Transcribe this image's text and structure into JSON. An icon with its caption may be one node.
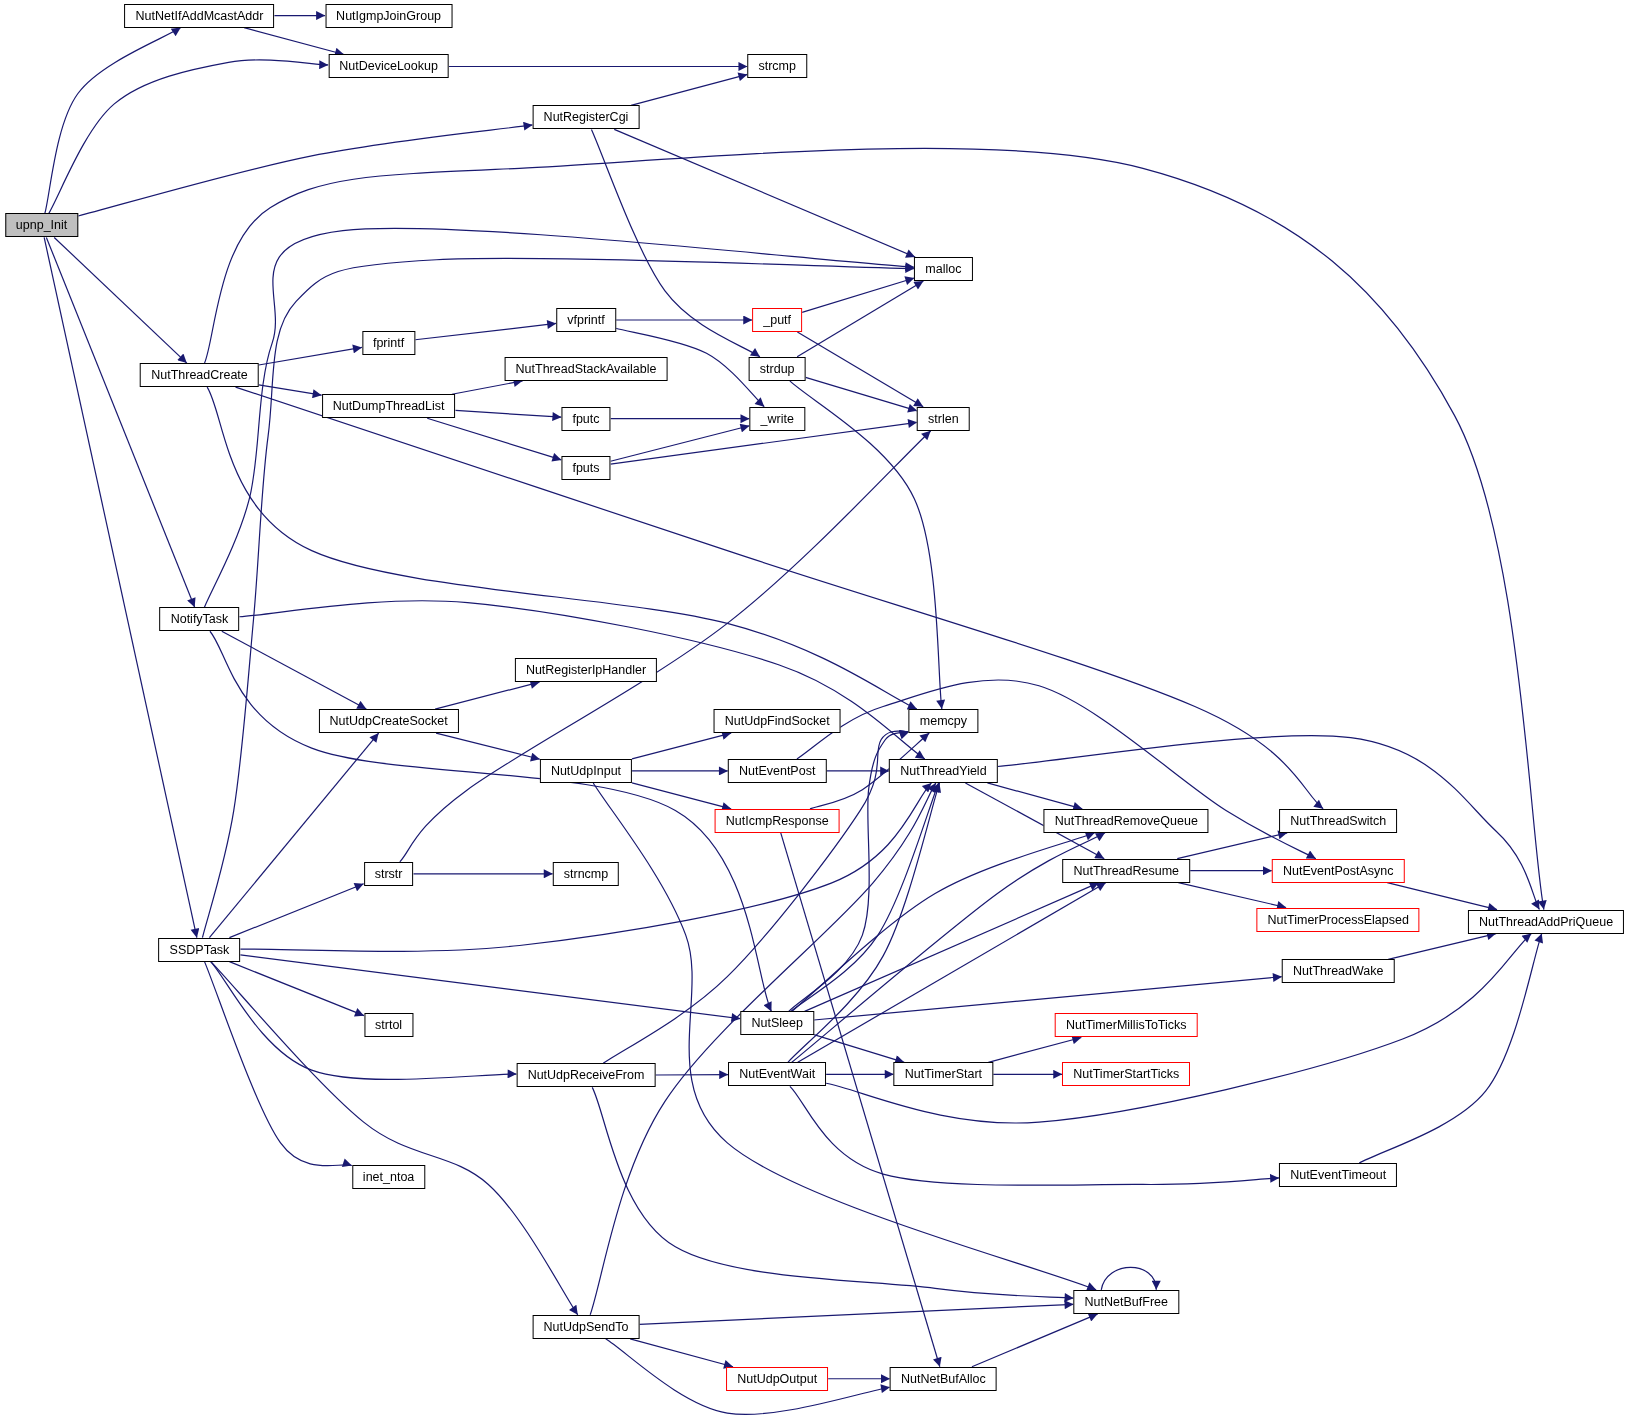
{
  "diagram": {
    "nodes": [
      {
        "text": [
          "upnp_Init"
        ]
      },
      {
        "text": [
          "NutNetIfAddMcastAddr"
        ]
      },
      {
        "text": [
          "NutIgmpJoinGroup"
        ]
      },
      {
        "text": [
          "NutDeviceLookup"
        ]
      },
      {
        "text": [
          "strcmp"
        ]
      },
      {
        "text": [
          "NutRegisterCgi"
        ]
      },
      {
        "text": [
          "malloc"
        ]
      },
      {
        "text": [
          "NutThreadCreate"
        ]
      },
      {
        "text": [
          "fprintf"
        ]
      },
      {
        "text": [
          "vfprintf"
        ]
      },
      {
        "text": [
          "_putf"
        ]
      },
      {
        "text": [
          "strdup"
        ]
      },
      {
        "text": [
          "NutThreadStackAvailable"
        ]
      },
      {
        "text": [
          "NutDumpThreadList"
        ]
      },
      {
        "text": [
          "fputc"
        ]
      },
      {
        "text": [
          "_write"
        ]
      },
      {
        "text": [
          "strlen"
        ]
      },
      {
        "text": [
          "fputs"
        ]
      },
      {
        "text": [
          "NotifyTask"
        ]
      },
      {
        "text": [
          "NutRegisterIpHandler"
        ]
      },
      {
        "text": [
          "NutUdpCreateSocket"
        ]
      },
      {
        "text": [
          "memcpy"
        ]
      },
      {
        "text": [
          "NutUdpFindSocket"
        ]
      },
      {
        "text": [
          "NutUdpInput"
        ]
      },
      {
        "text": [
          "NutEventPost"
        ]
      },
      {
        "text": [
          "NutThreadYield"
        ]
      },
      {
        "text": [
          "NutIcmpResponse"
        ]
      },
      {
        "text": [
          "NutThreadRemoveQueue"
        ]
      },
      {
        "text": [
          "NutThreadSwitch"
        ]
      },
      {
        "text": [
          "strstr"
        ]
      },
      {
        "text": [
          "strncmp"
        ]
      },
      {
        "text": [
          "NutThreadResume"
        ]
      },
      {
        "text": [
          "NutEventPostAsync"
        ]
      },
      {
        "text": [
          "NutTimerProcessElapsed"
        ]
      },
      {
        "text": [
          "NutThreadAddPriQueue"
        ]
      },
      {
        "text": [
          "SSDPTask"
        ]
      },
      {
        "text": [
          "NutThreadWake"
        ]
      },
      {
        "text": [
          "strtol"
        ]
      },
      {
        "text": [
          "NutSleep"
        ]
      },
      {
        "text": [
          "NutTimerMillisToTicks"
        ]
      },
      {
        "text": [
          "NutUdpReceiveFrom"
        ]
      },
      {
        "text": [
          "NutEventWait"
        ]
      },
      {
        "text": [
          "NutTimerStart"
        ]
      },
      {
        "text": [
          "NutTimerStartTicks"
        ]
      },
      {
        "text": [
          "inet_ntoa"
        ]
      },
      {
        "text": [
          "NutEventTimeout"
        ]
      },
      {
        "text": [
          "NutNetBufFree"
        ]
      },
      {
        "text": [
          "NutUdpSendTo"
        ]
      },
      {
        "text": [
          "NutUdpOutput"
        ]
      },
      {
        "text": [
          "NutNetBufAlloc"
        ]
      }
    ],
    "edges": [
      {
        "from": 0,
        "to": 1,
        "arrow": "to"
      },
      {
        "from": 0,
        "to": 3,
        "arrow": "to"
      },
      {
        "from": 0,
        "to": 5,
        "arrow": "to"
      },
      {
        "from": 0,
        "to": 7,
        "arrow": "to"
      },
      {
        "from": 0,
        "to": 18,
        "arrow": "to"
      },
      {
        "from": 0,
        "to": 35,
        "arrow": "to"
      },
      {
        "from": 1,
        "to": 2,
        "arrow": "to"
      },
      {
        "from": 1,
        "to": 3,
        "arrow": "to"
      },
      {
        "from": 3,
        "to": 4,
        "arrow": "to"
      },
      {
        "from": 5,
        "to": 4,
        "arrow": "to"
      },
      {
        "from": 5,
        "to": 6,
        "arrow": "to"
      },
      {
        "from": 5,
        "to": 11,
        "arrow": "to"
      },
      {
        "from": 7,
        "to": 34,
        "arrow": "to"
      },
      {
        "from": 7,
        "to": 8,
        "arrow": "to"
      },
      {
        "from": 7,
        "to": 13,
        "arrow": "to"
      },
      {
        "from": 7,
        "to": 21,
        "arrow": "to"
      },
      {
        "from": 7,
        "to": 28,
        "arrow": "to"
      },
      {
        "from": 18,
        "to": 6,
        "arrow": "to"
      },
      {
        "from": 18,
        "to": 25,
        "arrow": "to"
      },
      {
        "from": 18,
        "to": 20,
        "arrow": "to"
      },
      {
        "from": 18,
        "to": 38,
        "arrow": "to"
      },
      {
        "from": 8,
        "to": 9,
        "arrow": "to"
      },
      {
        "from": 9,
        "to": 10,
        "arrow": "to"
      },
      {
        "from": 9,
        "to": 15,
        "arrow": "to"
      },
      {
        "from": 10,
        "to": 6,
        "arrow": "to"
      },
      {
        "from": 10,
        "to": 16,
        "arrow": "to"
      },
      {
        "from": 11,
        "to": 6,
        "arrow": "to"
      },
      {
        "from": 11,
        "to": 16,
        "arrow": "to"
      },
      {
        "from": 11,
        "to": 21,
        "arrow": "to"
      },
      {
        "from": 13,
        "to": 12,
        "arrow": "to"
      },
      {
        "from": 13,
        "to": 14,
        "arrow": "to"
      },
      {
        "from": 13,
        "to": 17,
        "arrow": "to"
      },
      {
        "from": 14,
        "to": 15,
        "arrow": "to"
      },
      {
        "from": 17,
        "to": 15,
        "arrow": "to"
      },
      {
        "from": 17,
        "to": 16,
        "arrow": "to"
      },
      {
        "from": 20,
        "to": 19,
        "arrow": "to"
      },
      {
        "from": 20,
        "to": 23,
        "arrow": "to"
      },
      {
        "from": 23,
        "to": 22,
        "arrow": "to"
      },
      {
        "from": 23,
        "to": 24,
        "arrow": "to"
      },
      {
        "from": 23,
        "to": 26,
        "arrow": "to"
      },
      {
        "from": 23,
        "to": 46,
        "arrow": "to"
      },
      {
        "from": 24,
        "to": 25,
        "arrow": "to"
      },
      {
        "from": 24,
        "to": 32,
        "arrow": "to"
      },
      {
        "from": 26,
        "to": 21,
        "arrow": "to"
      },
      {
        "from": 26,
        "to": 49,
        "arrow": "to"
      },
      {
        "from": 25,
        "to": 34,
        "arrow": "to"
      },
      {
        "from": 25,
        "to": 27,
        "arrow": "to"
      },
      {
        "from": 25,
        "to": 31,
        "arrow": "to"
      },
      {
        "from": 31,
        "to": 28,
        "arrow": "to"
      },
      {
        "from": 31,
        "to": 32,
        "arrow": "to"
      },
      {
        "from": 31,
        "to": 33,
        "arrow": "to"
      },
      {
        "from": 32,
        "to": 34,
        "arrow": "to"
      },
      {
        "from": 36,
        "to": 34,
        "arrow": "to"
      },
      {
        "from": 45,
        "to": 34,
        "arrow": "to"
      },
      {
        "from": 29,
        "to": 16,
        "arrow": "to"
      },
      {
        "from": 29,
        "to": 30,
        "arrow": "to"
      },
      {
        "from": 35,
        "to": 6,
        "arrow": "to"
      },
      {
        "from": 35,
        "to": 20,
        "arrow": "to"
      },
      {
        "from": 35,
        "to": 29,
        "arrow": "to"
      },
      {
        "from": 35,
        "to": 25,
        "arrow": "to"
      },
      {
        "from": 35,
        "to": 38,
        "arrow": "to"
      },
      {
        "from": 35,
        "to": 37,
        "arrow": "to"
      },
      {
        "from": 35,
        "to": 40,
        "arrow": "to"
      },
      {
        "from": 35,
        "to": 44,
        "arrow": "to"
      },
      {
        "from": 35,
        "to": 47,
        "arrow": "to"
      },
      {
        "from": 38,
        "to": 21,
        "arrow": "to"
      },
      {
        "from": 38,
        "to": 25,
        "arrow": "to"
      },
      {
        "from": 38,
        "to": 27,
        "arrow": "to"
      },
      {
        "from": 38,
        "to": 31,
        "arrow": "to"
      },
      {
        "from": 38,
        "to": 36,
        "arrow": "to"
      },
      {
        "from": 38,
        "to": 42,
        "arrow": "to"
      },
      {
        "from": 41,
        "to": 25,
        "arrow": "to"
      },
      {
        "from": 41,
        "to": 27,
        "arrow": "to"
      },
      {
        "from": 41,
        "to": 31,
        "arrow": "to"
      },
      {
        "from": 41,
        "to": 42,
        "arrow": "to"
      },
      {
        "from": 41,
        "to": 34,
        "arrow": "to"
      },
      {
        "from": 41,
        "to": 45,
        "arrow": "to"
      },
      {
        "from": 40,
        "to": 41,
        "arrow": "to"
      },
      {
        "from": 40,
        "to": 46,
        "arrow": "to"
      },
      {
        "from": 40,
        "to": 21,
        "arrow": "to"
      },
      {
        "from": 47,
        "to": 46,
        "arrow": "to"
      },
      {
        "from": 47,
        "to": 48,
        "arrow": "to"
      },
      {
        "from": 47,
        "to": 49,
        "arrow": "to"
      },
      {
        "from": 47,
        "to": 25,
        "arrow": "to"
      },
      {
        "from": 48,
        "to": 49,
        "arrow": "to"
      },
      {
        "from": 49,
        "to": 46,
        "arrow": "to"
      },
      {
        "from": 46,
        "to": 46,
        "arrow": "to"
      },
      {
        "from": 42,
        "to": 39,
        "arrow": "to"
      },
      {
        "from": 42,
        "to": 43,
        "arrow": "to"
      }
    ]
  }
}
